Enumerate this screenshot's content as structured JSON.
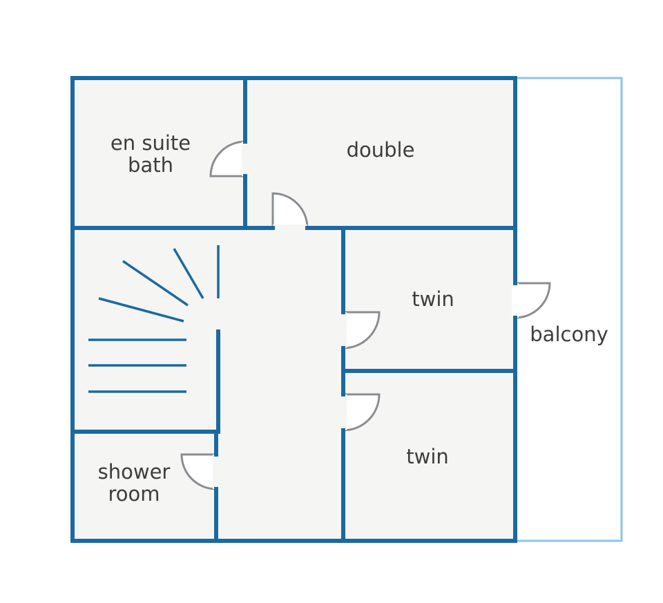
{
  "rooms": {
    "en_suite_bath": {
      "line1": "en suite",
      "line2": "bath"
    },
    "double": {
      "label": "double"
    },
    "twin_upper": {
      "label": "twin"
    },
    "twin_lower": {
      "label": "twin"
    },
    "shower_room": {
      "line1": "shower",
      "line2": "room"
    },
    "balcony": {
      "label": "balcony"
    }
  },
  "colors": {
    "wall": "#1a6aa0",
    "balcony_outline": "#8cc5e4",
    "floor": "#f5f5f4",
    "door": "#8a8d90",
    "stairs": "#1a6aa0"
  }
}
